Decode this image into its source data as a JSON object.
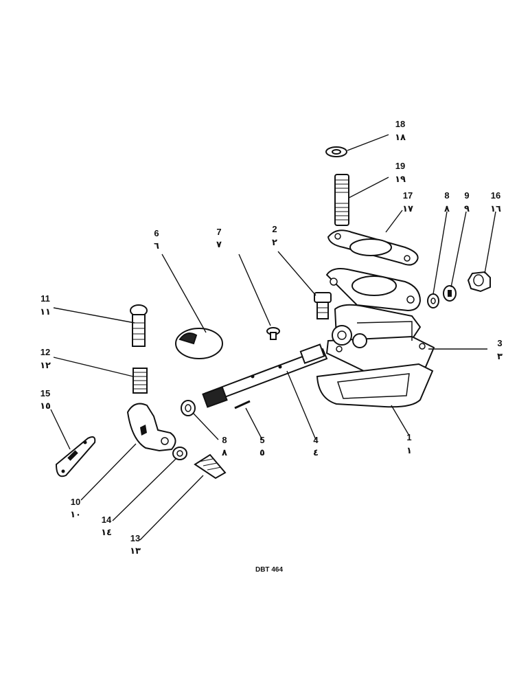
{
  "callouts": [
    {
      "id": "18",
      "num": "18",
      "ar": "١٨"
    },
    {
      "id": "19",
      "num": "19",
      "ar": "١٩"
    },
    {
      "id": "17",
      "num": "17",
      "ar": "١٧"
    },
    {
      "id": "8a",
      "num": "8",
      "ar": "٨"
    },
    {
      "id": "9",
      "num": "9",
      "ar": "٩"
    },
    {
      "id": "16",
      "num": "16",
      "ar": "١٦"
    },
    {
      "id": "6",
      "num": "6",
      "ar": "٦"
    },
    {
      "id": "7",
      "num": "7",
      "ar": "٧"
    },
    {
      "id": "2",
      "num": "2",
      "ar": "٢"
    },
    {
      "id": "11",
      "num": "11",
      "ar": "١١"
    },
    {
      "id": "3",
      "num": "3",
      "ar": "٣"
    },
    {
      "id": "12",
      "num": "12",
      "ar": "١٢"
    },
    {
      "id": "15",
      "num": "15",
      "ar": "١٥"
    },
    {
      "id": "8b",
      "num": "8",
      "ar": "٨"
    },
    {
      "id": "5",
      "num": "5",
      "ar": "٥"
    },
    {
      "id": "4",
      "num": "4",
      "ar": "٤"
    },
    {
      "id": "1",
      "num": "1",
      "ar": "١"
    },
    {
      "id": "10",
      "num": "10",
      "ar": "١٠"
    },
    {
      "id": "14",
      "num": "14",
      "ar": "١٤"
    },
    {
      "id": "13",
      "num": "13",
      "ar": "١٣"
    }
  ],
  "reference": "DBT 464"
}
